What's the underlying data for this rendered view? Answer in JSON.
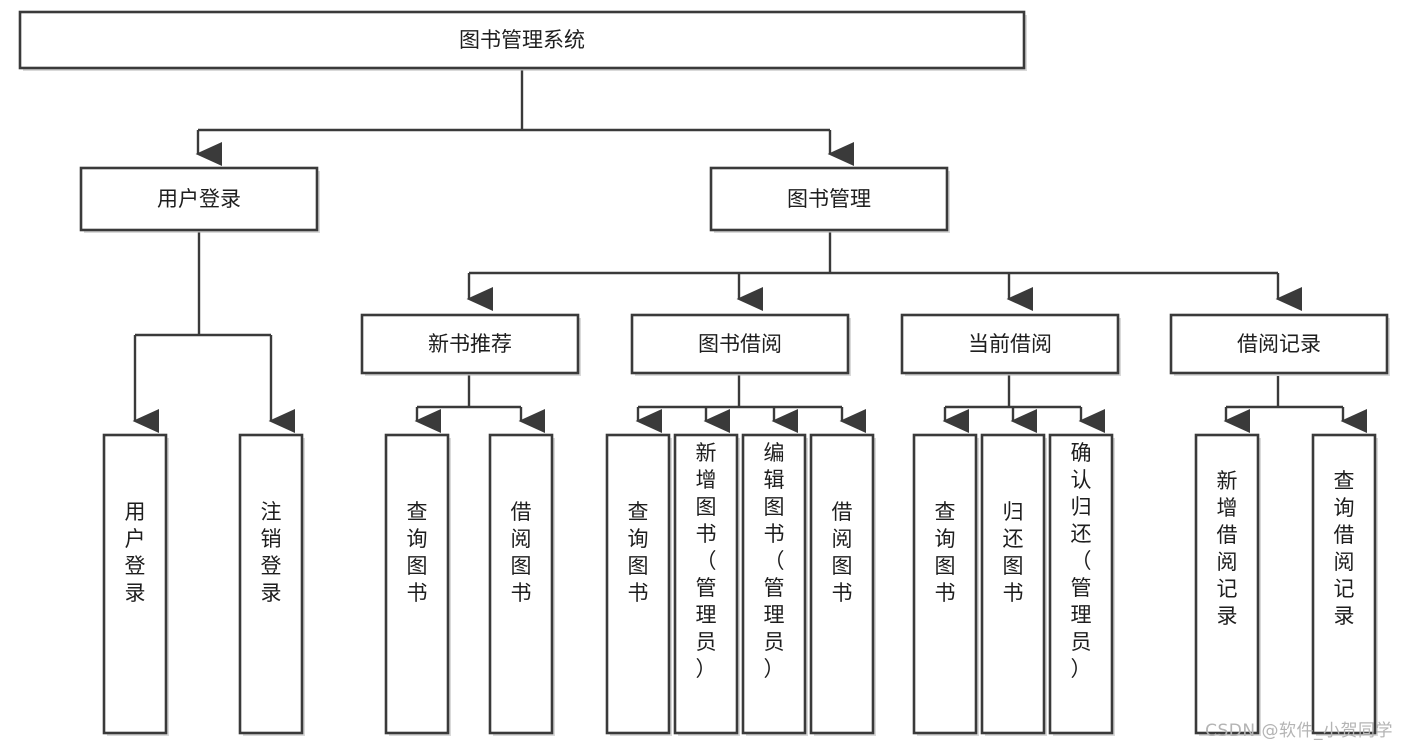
{
  "diagram": {
    "type": "tree",
    "title": "图书管理系统",
    "watermark": "CSDN @软件_小贺同学",
    "colors": {
      "box_stroke": "#3a3a3a",
      "box_fill": "#ffffff",
      "text": "#1e1e1e",
      "connector": "#3a3a3a",
      "watermark": "#b4b4b4",
      "background": "#ffffff"
    },
    "levels": [
      {
        "level": 1,
        "nodes": [
          {
            "id": "root",
            "label": "图书管理系统",
            "orientation": "horizontal"
          }
        ]
      },
      {
        "level": 2,
        "nodes": [
          {
            "id": "user-login",
            "label": "用户登录",
            "orientation": "horizontal",
            "parent": "root"
          },
          {
            "id": "book-manage",
            "label": "图书管理",
            "orientation": "horizontal",
            "parent": "root"
          }
        ]
      },
      {
        "level": 3,
        "nodes": [
          {
            "id": "new-book-rec",
            "label": "新书推荐",
            "orientation": "horizontal",
            "parent": "book-manage"
          },
          {
            "id": "book-borrow",
            "label": "图书借阅",
            "orientation": "horizontal",
            "parent": "book-manage"
          },
          {
            "id": "current-borrow",
            "label": "当前借阅",
            "orientation": "horizontal",
            "parent": "book-manage"
          },
          {
            "id": "borrow-record",
            "label": "借阅记录",
            "orientation": "horizontal",
            "parent": "book-manage"
          }
        ]
      },
      {
        "level": 4,
        "nodes": [
          {
            "id": "leaf-user-login",
            "label": "用户登录",
            "orientation": "vertical",
            "parent": "user-login"
          },
          {
            "id": "leaf-logout",
            "label": "注销登录",
            "orientation": "vertical",
            "parent": "user-login"
          },
          {
            "id": "leaf-query-book-1",
            "label": "查询图书",
            "orientation": "vertical",
            "parent": "new-book-rec"
          },
          {
            "id": "leaf-borrow-book-1",
            "label": "借阅图书",
            "orientation": "vertical",
            "parent": "new-book-rec"
          },
          {
            "id": "leaf-query-book-2",
            "label": "查询图书",
            "orientation": "vertical",
            "parent": "book-borrow"
          },
          {
            "id": "leaf-add-book",
            "label": "新增图书（管理员）",
            "orientation": "vertical",
            "parent": "book-borrow"
          },
          {
            "id": "leaf-edit-book",
            "label": "编辑图书（管理员）",
            "orientation": "vertical",
            "parent": "book-borrow"
          },
          {
            "id": "leaf-borrow-book-2",
            "label": "借阅图书",
            "orientation": "vertical",
            "parent": "book-borrow"
          },
          {
            "id": "leaf-query-book-3",
            "label": "查询图书",
            "orientation": "vertical",
            "parent": "current-borrow"
          },
          {
            "id": "leaf-return-book",
            "label": "归还图书",
            "orientation": "vertical",
            "parent": "current-borrow"
          },
          {
            "id": "leaf-confirm-return",
            "label": "确认归还（管理员）",
            "orientation": "vertical",
            "parent": "current-borrow"
          },
          {
            "id": "leaf-add-record",
            "label": "新增借阅记录",
            "orientation": "vertical",
            "parent": "borrow-record"
          },
          {
            "id": "leaf-query-record",
            "label": "查询借阅记录",
            "orientation": "vertical",
            "parent": "borrow-record"
          }
        ]
      }
    ]
  }
}
